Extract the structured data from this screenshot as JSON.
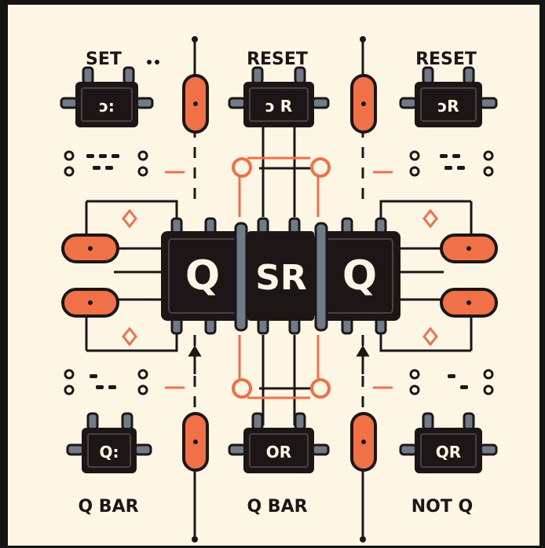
{
  "labels": {
    "top_left": "SET",
    "top_left_dots": "..",
    "top_center": "RESET",
    "top_right": "RESET",
    "bottom_left": "Q BAR",
    "bottom_center": "Q BAR",
    "bottom_right": "NOT Q"
  },
  "chips": {
    "top_left": "ɔ:",
    "top_center": "ɔ R",
    "top_right": "ɔR",
    "bottom_left": "Q:",
    "bottom_center": "OR",
    "bottom_right": "QR",
    "center_left": "Q",
    "center_middle": "SR",
    "center_right": "Q"
  },
  "colors": {
    "background": "#fdf6e5",
    "ink": "#1d1616",
    "accent": "#f07048",
    "pin": "#6f7b86"
  }
}
